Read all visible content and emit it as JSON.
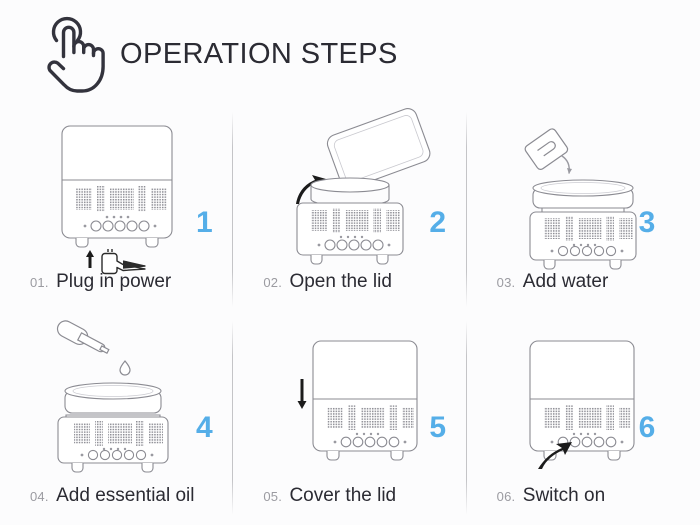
{
  "header": {
    "title": "OPERATION STEPS",
    "icon": "tap-hand-cursor-icon"
  },
  "theme": {
    "background": "#fcfcfd",
    "accent_blue": "#55aee8",
    "text_dark": "#2b2b33",
    "text_muted": "#9b9ba1",
    "line": "#8b8b92"
  },
  "steps": [
    {
      "number": "1",
      "index": "01.",
      "label": "Plug in power",
      "art": "device-closed-with-plug",
      "device_state": "closed",
      "annotation_icon": "power-plug-icon",
      "arrow": "up-arrow"
    },
    {
      "number": "2",
      "index": "02.",
      "label": "Open the lid",
      "art": "device-open-lid-removed",
      "device_state": "open",
      "annotation_icon": "detached-lid-icon",
      "arrow": "curved-up-left-arrow"
    },
    {
      "number": "3",
      "index": "03.",
      "label": "Add water",
      "art": "device-open-with-cup",
      "device_state": "open-with-ring",
      "annotation_icon": "water-cup-icon",
      "arrow": "pour-stream"
    },
    {
      "number": "4",
      "index": "04.",
      "label": "Add essential oil",
      "art": "device-open-with-dropper",
      "device_state": "open-with-ring",
      "annotation_icon": "oil-dropper-icon",
      "arrow": "oil-droplet"
    },
    {
      "number": "5",
      "index": "05.",
      "label": "Cover the lid",
      "art": "device-closed-with-down-arrow",
      "device_state": "closed",
      "annotation_icon": "",
      "arrow": "down-arrow"
    },
    {
      "number": "6",
      "index": "06.",
      "label": "Switch on",
      "art": "device-closed-with-switch-arrow",
      "device_state": "closed",
      "annotation_icon": "",
      "arrow": "curved-up-right-arrow"
    }
  ],
  "device": {
    "button_count": 5,
    "indicator_dot_count": 4,
    "grille_blocks": 5
  }
}
